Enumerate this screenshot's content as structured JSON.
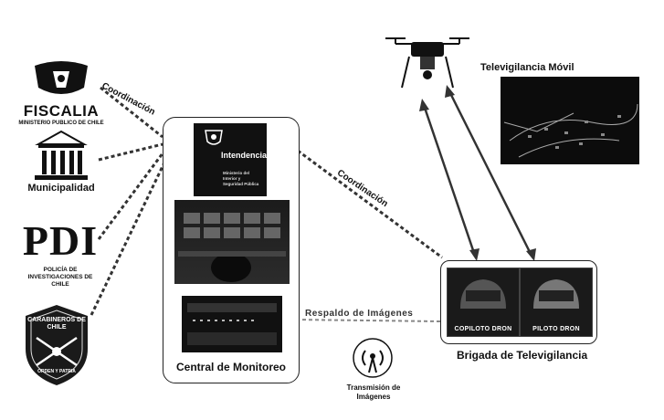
{
  "agencies": {
    "fiscalia": {
      "name": "FISCALIA",
      "sub": "MINISTERIO PUBLICO DE CHILE"
    },
    "municipalidad": {
      "name": "Municipalidad"
    },
    "pdi": {
      "name": "PDI",
      "sub": "POLICÍA DE INVESTIGACIONES DE CHILE"
    },
    "carabineros": {
      "top": "CARABINEROS DE CHILE",
      "motto": "ORDEN Y PATRIA"
    }
  },
  "links": {
    "coordinacion_left": "Coordinación",
    "coordinacion_right": "Coordinación",
    "respaldo": "Respaldo de Imágenes"
  },
  "central": {
    "title": "Central de Monitoreo",
    "intendencia": "Intendencia",
    "ministry_lines": [
      "Ministerio del",
      "Interior y",
      "Seguridad Pública"
    ]
  },
  "drone": {
    "label": "Televigilancia Móvil"
  },
  "brigade": {
    "title": "Brigada de Televigilancia",
    "copilot": "COPILOTO DRON",
    "pilot": "PILOTO DRON"
  },
  "transmission": {
    "label_line1": "Transmisión de",
    "label_line2": "Imágenes"
  }
}
